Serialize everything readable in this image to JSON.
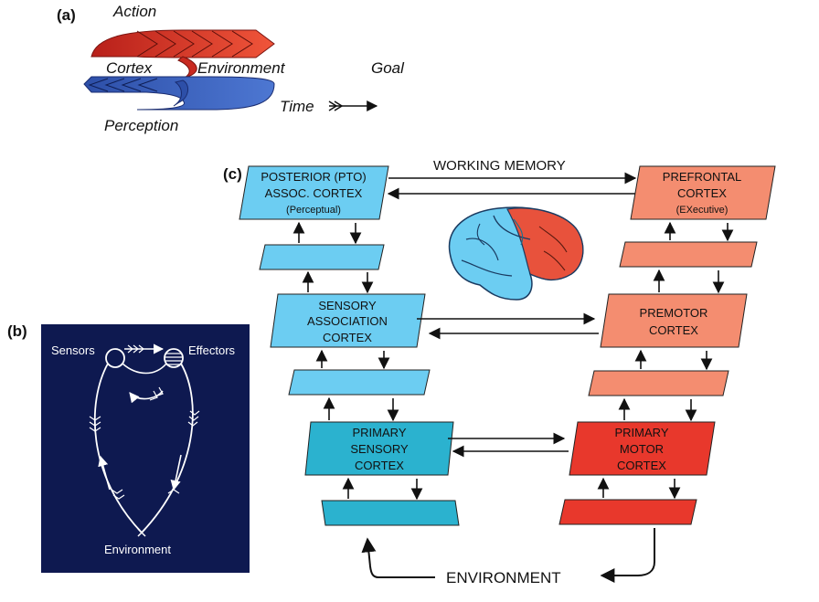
{
  "panels": {
    "a": {
      "letter": "(a)",
      "action": "Action",
      "cortex": "Cortex",
      "environment": "Environment",
      "goal": "Goal",
      "time": "Time",
      "perception": "Perception"
    },
    "b": {
      "letter": "(b)",
      "sensors": "Sensors",
      "effectors": "Effectors",
      "environment": "Environment"
    },
    "c": {
      "letter": "(c)",
      "working_memory": "WORKING MEMORY",
      "environment": "ENVIRONMENT",
      "posterior": {
        "line1": "POSTERIOR (PTO)",
        "line2": "ASSOC. CORTEX",
        "line3": "(Perceptual)"
      },
      "prefrontal": {
        "line1": "PREFRONTAL",
        "line2": "CORTEX",
        "line3": "(EXecutive)"
      },
      "sensory_assoc": {
        "line1": "SENSORY",
        "line2": "ASSOCIATION",
        "line3": "CORTEX"
      },
      "premotor": {
        "line1": "PREMOTOR",
        "line2": "CORTEX"
      },
      "primary_sensory": {
        "line1": "PRIMARY",
        "line2": "SENSORY",
        "line3": "CORTEX"
      },
      "primary_motor": {
        "line1": "PRIMARY",
        "line2": "MOTOR",
        "line3": "CORTEX"
      }
    }
  },
  "colors": {
    "light_blue": "#6ccdf2",
    "teal_blue": "#2bb2cf",
    "salmon": "#f48d70",
    "red": "#e8382c",
    "navy": "#0e1950",
    "perception_blue": "#3a5fbf",
    "action_red": "#e0402a"
  }
}
